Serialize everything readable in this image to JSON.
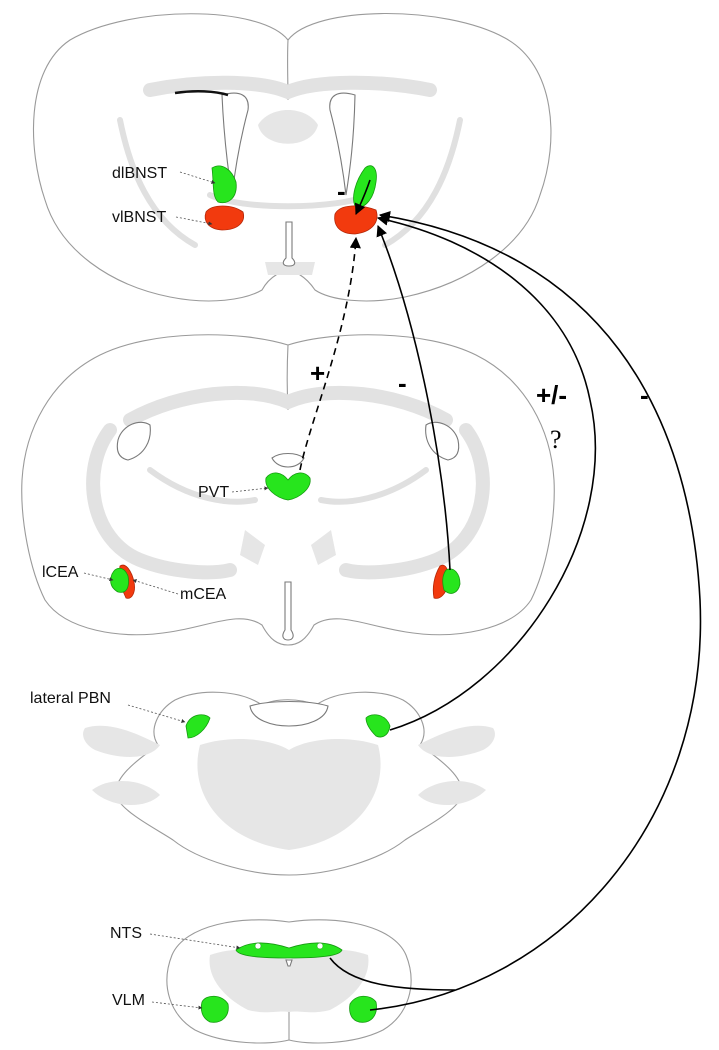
{
  "labels": {
    "dlBNST": "dlBNST",
    "vlBNST": "vlBNST",
    "PVT": "PVT",
    "lCEA": "lCEA",
    "mCEA": "mCEA",
    "lateral_PBN": "lateral PBN",
    "NTS": "NTS",
    "VLM": "VLM"
  },
  "signs": {
    "cea_to_bnst": "-",
    "pvt": "+",
    "cea": "-",
    "pbn": "+/-",
    "pbn_uncertain": "?",
    "brainstem": "-"
  },
  "colors": {
    "green_region": "#27e51d",
    "red_region": "#f23a0e",
    "outline": "#9a9a9a",
    "gray_tract": "#e6e6e6",
    "arrow": "#000000"
  }
}
